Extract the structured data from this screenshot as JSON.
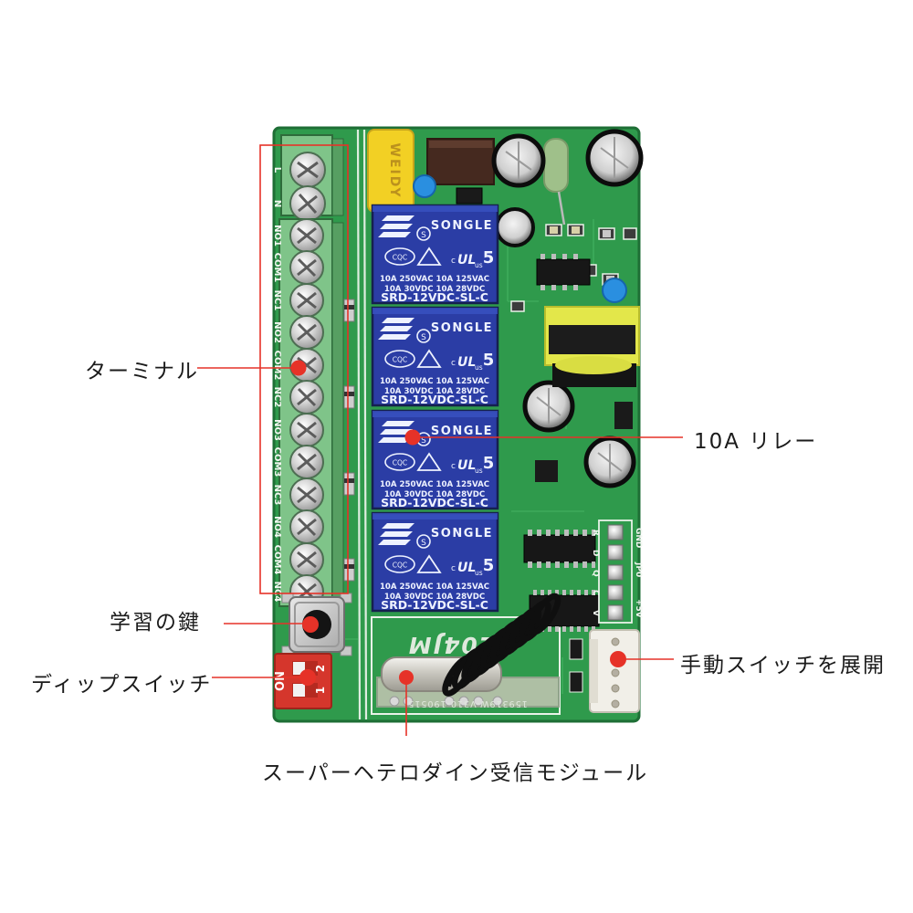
{
  "annotations": {
    "accent_color": "#e63228",
    "terminal": "ターミナル",
    "relay": "10A リレー",
    "learn_key": "学習の鍵",
    "dip_switch": "ディップスイッチ",
    "manual_switch": "手動スイッチを展開",
    "receiver": "スーパーヘテロダイン受信モジュール"
  },
  "board": {
    "pcb_color": "#2f9a4c",
    "terminal_labels": [
      "L",
      "N",
      "NO1",
      "COM1",
      "NC1",
      "NO2",
      "COM2",
      "NC2",
      "NO3",
      "COM3",
      "NC3",
      "NO4",
      "COM4",
      "NC4"
    ],
    "relay": {
      "body_color": "#2b3da5",
      "brand": "SONGLE",
      "logo_letter": "S",
      "cert": "CQC",
      "ul_prefix": "c",
      "ul_mark": "UL",
      "ul_suffix": "us",
      "contact_class": "5",
      "rating_line1": "10A 250VAC  10A 125VAC",
      "rating_line2": "10A  30VDC   10A  28VDC",
      "model": "SRD-12VDC-SL-C"
    },
    "film_cap_brand": "WEIDY",
    "dip": {
      "on_label": "ON",
      "pos1": "1",
      "pos2": "2"
    },
    "silk_model": "KZ04JM",
    "silk_serial": "159319W-V310-190515",
    "header_labels_right": [
      "GND",
      "JP0",
      "+5V"
    ],
    "header_labels_left": [
      "R",
      "D",
      "Q",
      "C",
      "V"
    ]
  }
}
